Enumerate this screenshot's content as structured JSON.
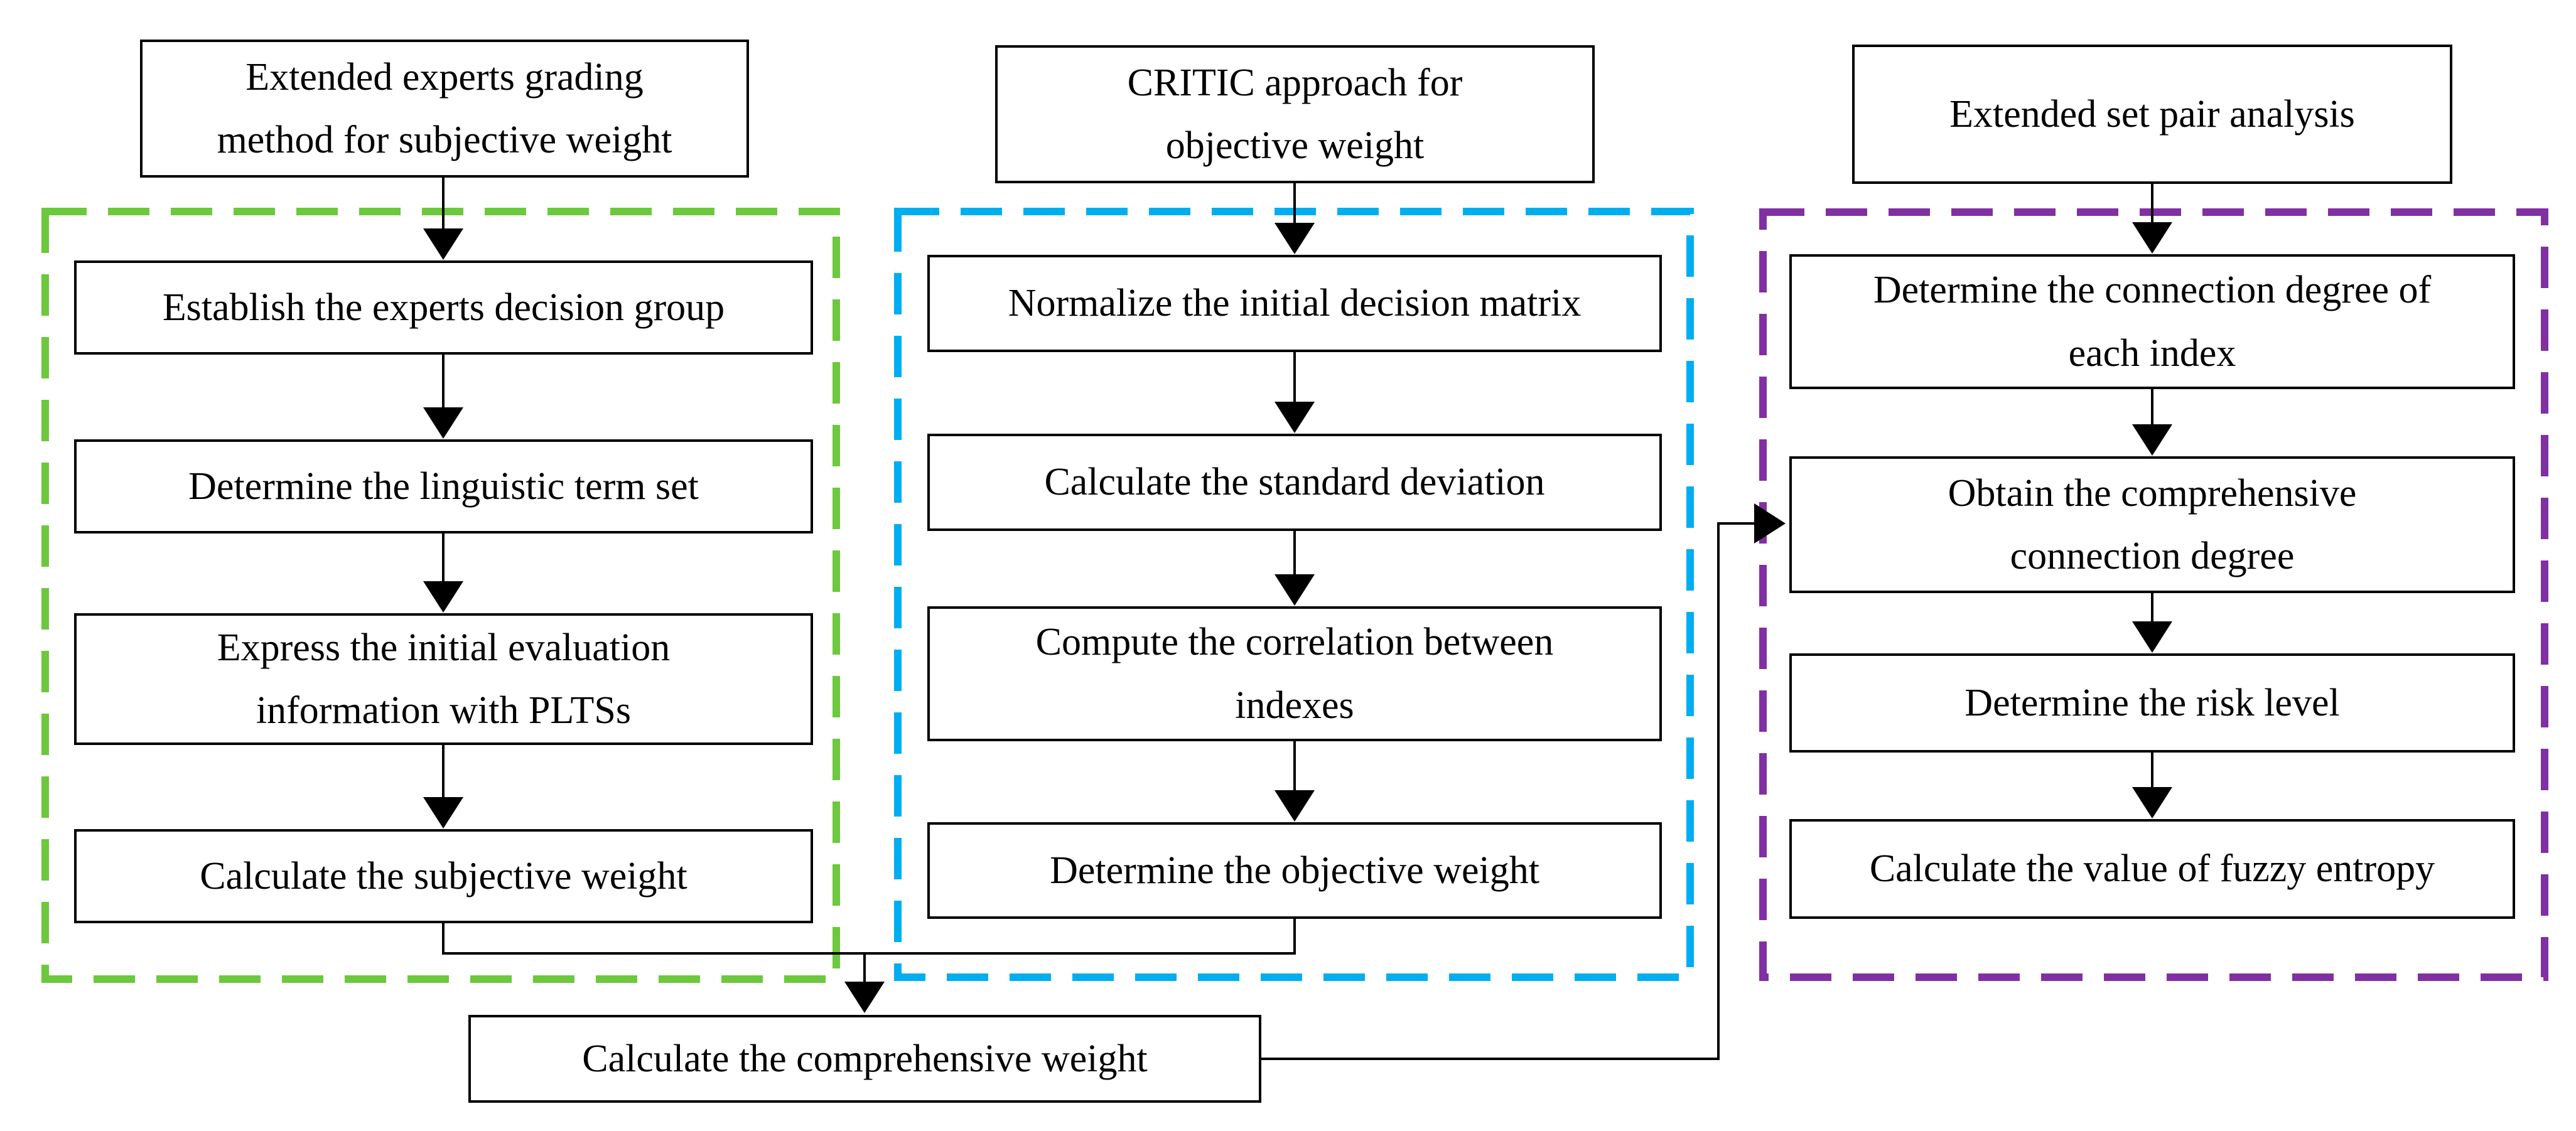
{
  "figure": {
    "background": "#FFFFFF",
    "line_color": "#000000",
    "box_fill": "#FFFFFF",
    "box_border_color": "#000000",
    "columns": [
      {
        "id": "subjective-weight",
        "frame_color": "#6CC83C",
        "header": "Extended experts grading\nmethod for subjective weight",
        "steps": [
          "Establish the experts decision group",
          "Determine the linguistic term set",
          "Express the initial evaluation\ninformation with PLTSs",
          "Calculate the subjective weight"
        ]
      },
      {
        "id": "objective-weight",
        "frame_color": "#00AEEF",
        "header": "CRITIC approach for\nobjective weight",
        "steps": [
          "Normalize the initial decision matrix",
          "Calculate the standard deviation",
          "Compute the correlation between\nindexes",
          "Determine the objective weight"
        ]
      },
      {
        "id": "set-pair-analysis",
        "frame_color": "#8030A2",
        "header": "Extended set pair analysis",
        "steps": [
          "Determine the connection degree of\neach index",
          "Obtain the comprehensive\nconnection degree",
          "Determine the risk level",
          "Calculate the value of fuzzy entropy"
        ]
      }
    ],
    "merge_step": "Calculate the comprehensive weight"
  }
}
